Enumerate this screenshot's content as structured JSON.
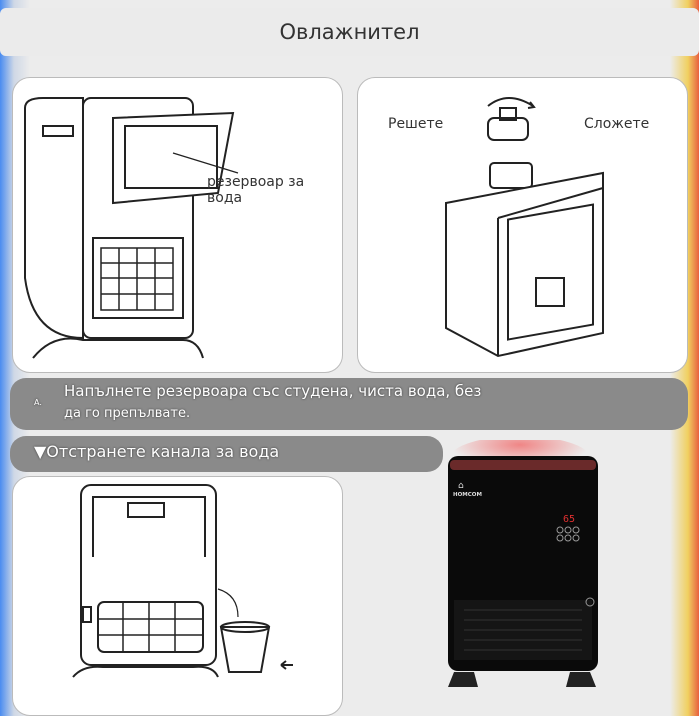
{
  "header": {
    "title": "Овлажнител"
  },
  "panel_top_left": {
    "label": "резервоар за вода"
  },
  "panel_top_right": {
    "remove_label": "Решете",
    "attach_label": "Сложете"
  },
  "step_a": {
    "marker": "A.",
    "line1": "Напълнете резервоара със студена, чиста вода, без",
    "line2": "да го препълвате."
  },
  "step_b": {
    "label": "▼Отстранете канала за вода"
  },
  "product": {
    "brand": "HOMCOM",
    "display_value": "65"
  }
}
